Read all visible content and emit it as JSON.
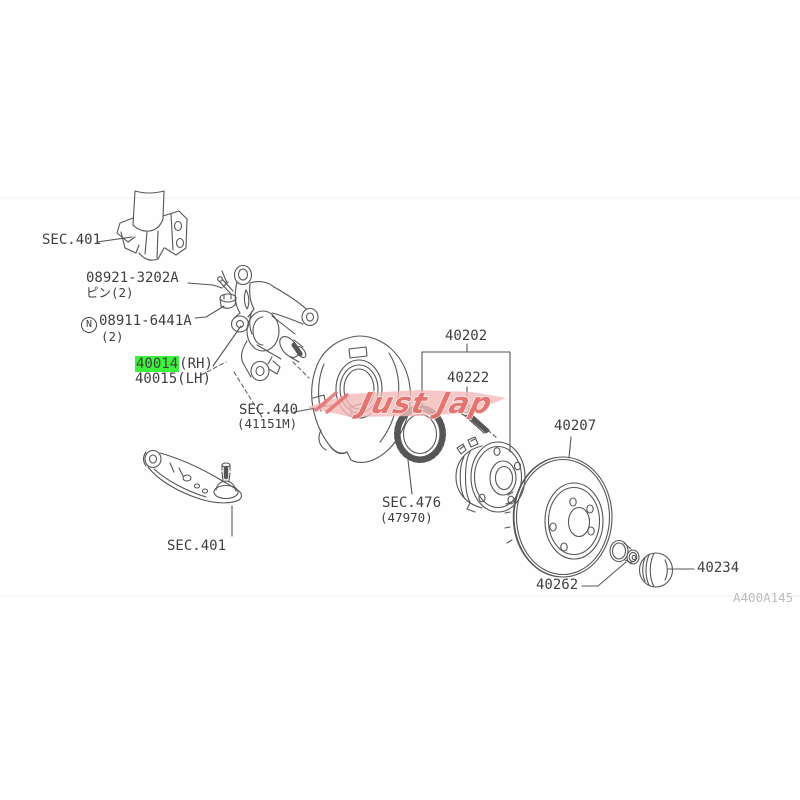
{
  "diagram": {
    "code": "A400A145",
    "watermark": {
      "text": "Just Jap",
      "band_color": "#f3b9b9",
      "text_color": "#e3706b"
    },
    "highlight_color": "#3cf23c",
    "line_color": "#565656",
    "labels": {
      "strut_section": "SEC.401",
      "cotter_pin_part": "08921-3202A",
      "cotter_pin_qty": "ピン(2)",
      "castle_nut_prefix": "N",
      "castle_nut_part": "08911-6441A",
      "castle_nut_qty": "(2)",
      "knuckle_rh_part": "40014",
      "knuckle_rh_side": "(RH)",
      "knuckle_lh_part": "40015",
      "knuckle_lh_side": "(LH)",
      "splash_shield_section": "SEC.440",
      "splash_shield_part": "(41151M)",
      "control_arm_section": "SEC.401",
      "abs_rotor_section": "SEC.476",
      "abs_rotor_part": "(47970)",
      "hub_assembly_part": "40202",
      "hub_bolt_part": "40222",
      "brake_rotor_part": "40207",
      "hub_nut_part": "40262",
      "grease_cap_part": "40234"
    }
  }
}
